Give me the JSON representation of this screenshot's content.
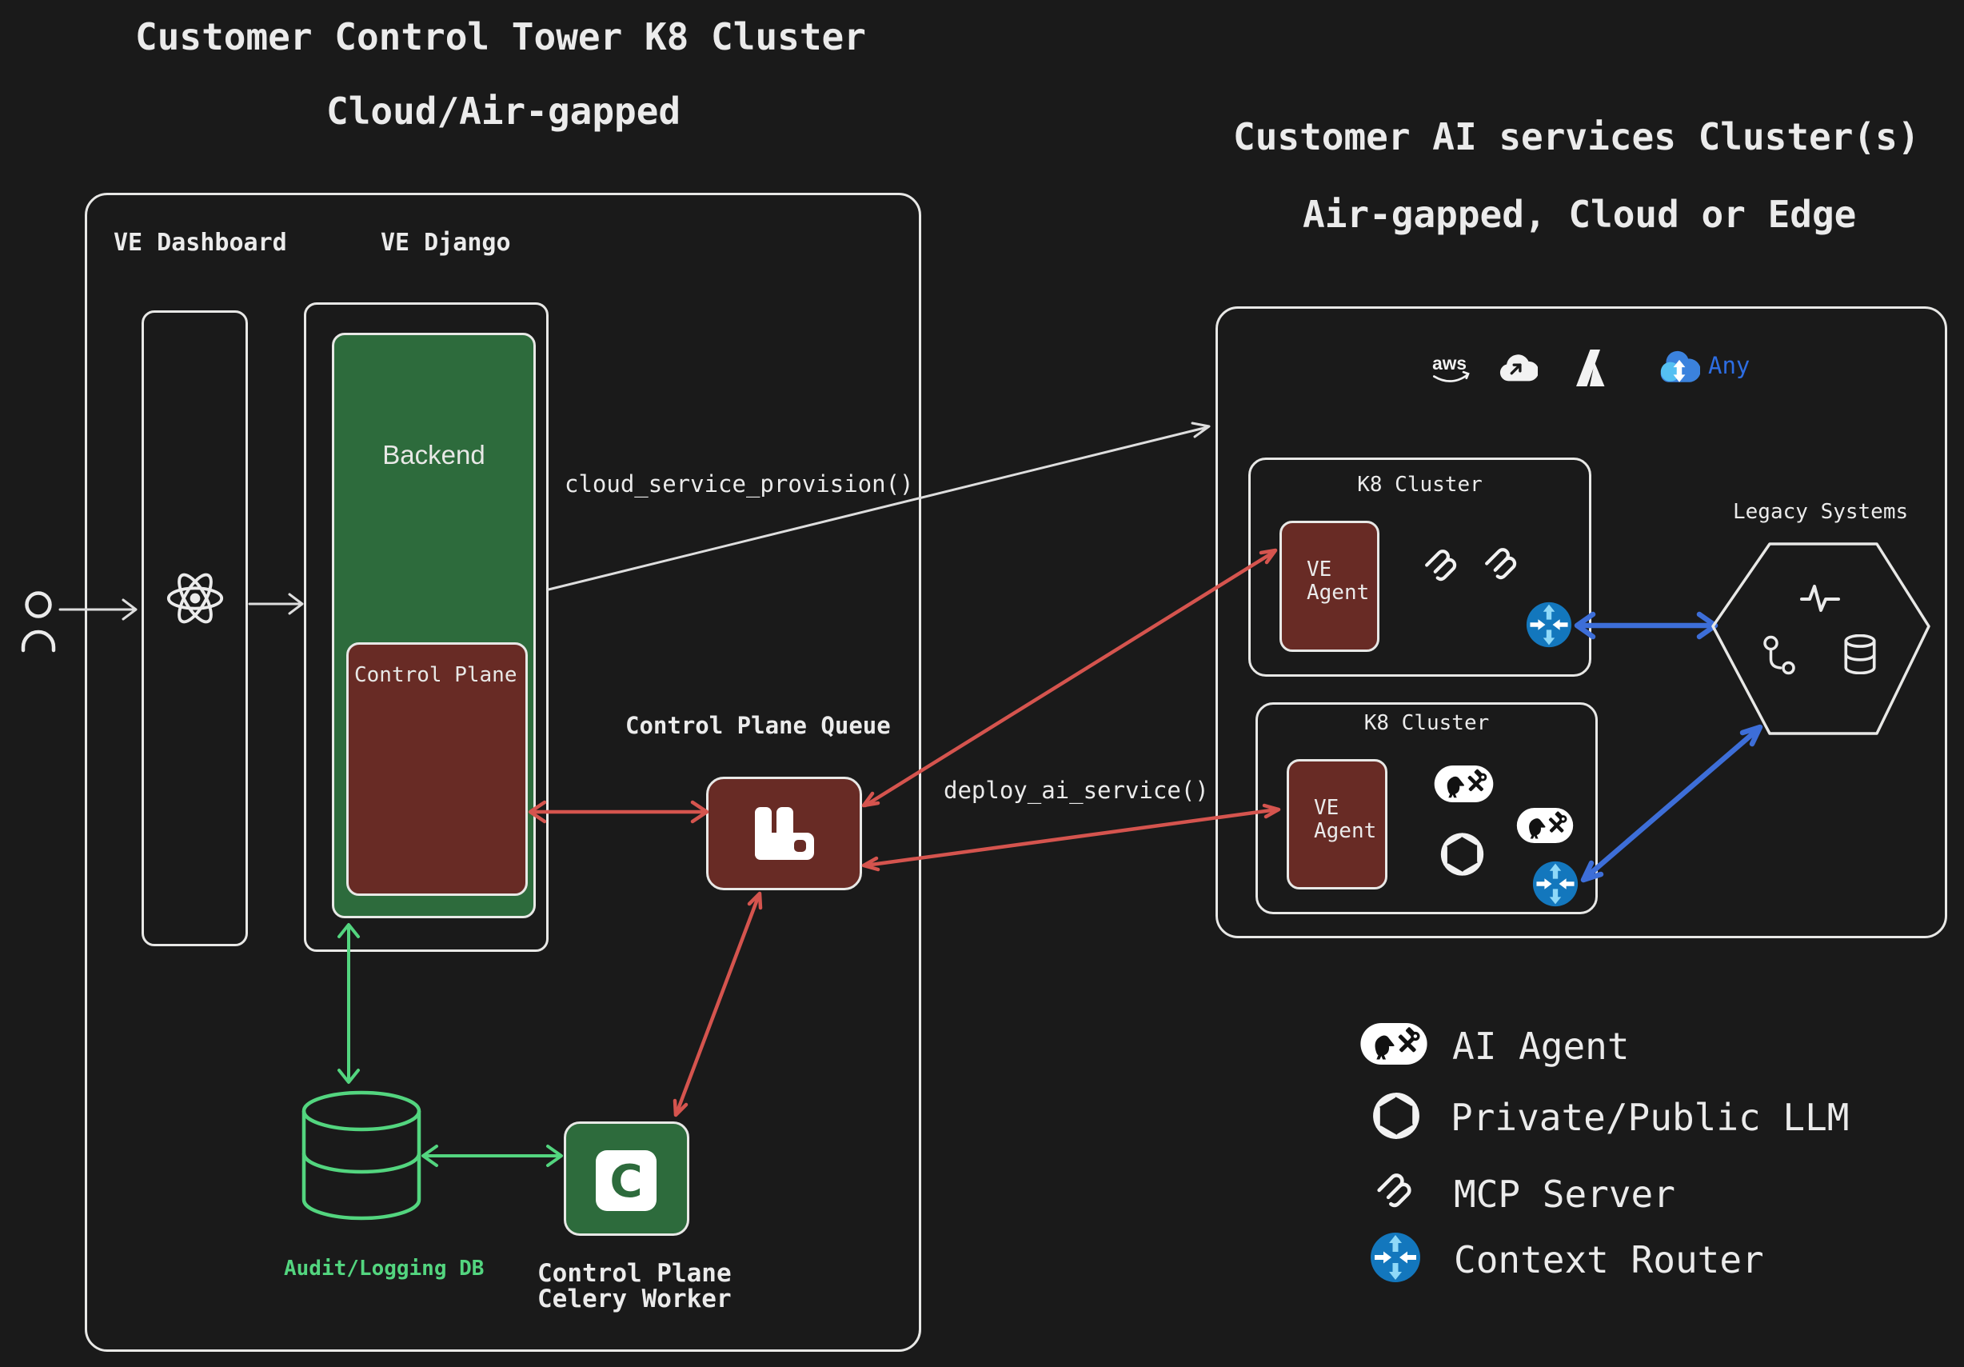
{
  "diagram": {
    "left_cluster": {
      "title_line1": "Customer Control Tower K8 Cluster",
      "title_line2": "Cloud/Air-gapped",
      "ve_dashboard_label": "VE Dashboard",
      "ve_django_label": "VE Django",
      "backend_label": "Backend",
      "control_plane_label": "Control Plane",
      "queue_title": "Control Plane Queue",
      "audit_db_label": "Audit/Logging DB",
      "celery_label_line1": "Control Plane",
      "celery_label_line2": "Celery Worker",
      "icons": [
        "user-icon",
        "react-icon",
        "rabbitmq-icon",
        "celery-icon",
        "database-icon"
      ]
    },
    "connections": {
      "cloud_service_provision_label": "cloud_service_provision()",
      "deploy_ai_service_label": "deploy_ai_service()"
    },
    "right_cluster": {
      "title_line1": "Customer AI services Cluster(s)",
      "title_line2": "Air-gapped, Cloud or Edge",
      "aws_label": "aws",
      "any_label": "Any",
      "provider_icons": [
        "aws-icon",
        "google-cloud-icon",
        "azure-icon",
        "any-cloud-icon"
      ],
      "k8_cluster_1_label": "K8 Cluster",
      "k8_cluster_2_label": "K8 Cluster",
      "ve_agent_1_line1": "VE",
      "ve_agent_1_line2": "Agent",
      "ve_agent_2_line1": "VE",
      "ve_agent_2_line2": "Agent",
      "legacy_systems_label": "Legacy Systems",
      "legacy_icons": [
        "activity-icon",
        "webhook-icon",
        "database-icon"
      ],
      "cluster_icons": [
        "mcp-server-icon",
        "context-router-icon",
        "ai-agent-icon",
        "openai-icon"
      ]
    },
    "legend": {
      "items": [
        {
          "icon": "ai-agent-icon",
          "label": "AI Agent"
        },
        {
          "icon": "openai-icon",
          "label": "Private/Public LLM"
        },
        {
          "icon": "mcp-server-icon",
          "label": "MCP Server"
        },
        {
          "icon": "context-router-icon",
          "label": "Context Router"
        }
      ]
    },
    "colors": {
      "background": "#1a1a1a",
      "box_border": "#e8e8e6",
      "green_fill": "#2d6b3c",
      "maroon_fill": "#682b25",
      "red_arrow": "#d5544e",
      "green_arrow": "#53d57f",
      "blue_arrow": "#3d6ed8",
      "router_blue": "#1377bd",
      "router_light_blue": "#8fd9f8",
      "any_blue": "#2d6de2",
      "text_light": "#ebebeb"
    }
  }
}
